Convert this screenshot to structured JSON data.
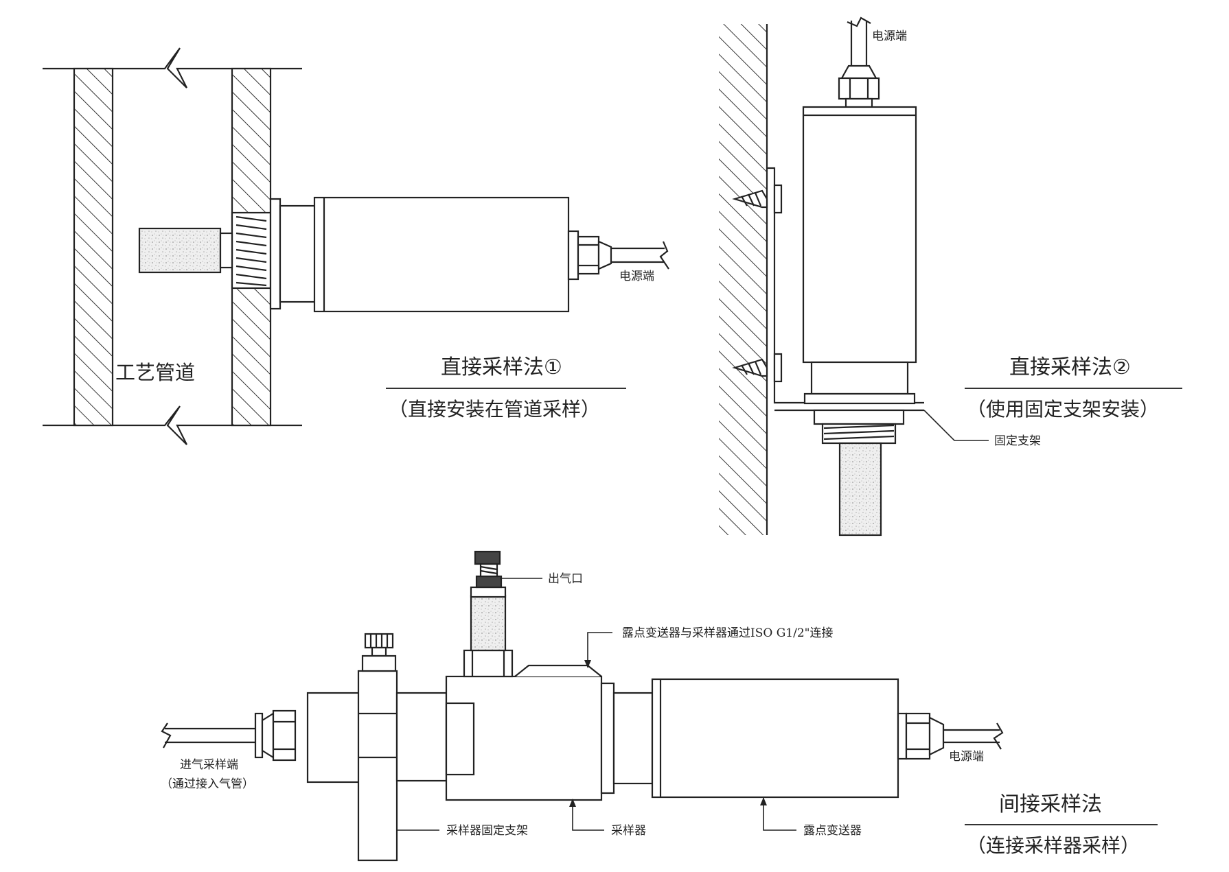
{
  "diagram": {
    "panel1": {
      "pipe_label": "工艺管道",
      "power_label": "电源端",
      "title": "直接采样法①",
      "subtitle": "（直接安装在管道采样）"
    },
    "panel2": {
      "power_label": "电源端",
      "bracket_label": "固定支架",
      "title": "直接采样法②",
      "subtitle": "（使用固定支架安装）"
    },
    "panel3": {
      "outlet_label": "出气口",
      "connection_label": "露点变送器与采样器通过ISO G1/2\"连接",
      "inlet_label": "进气采样端",
      "inlet_sub_label": "（通过接入气管）",
      "power_label": "电源端",
      "sampler_bracket_label": "采样器固定支架",
      "sampler_label": "采样器",
      "transmitter_label": "露点变送器",
      "title": "间接采样法",
      "subtitle": "（连接采样器采样）"
    }
  }
}
